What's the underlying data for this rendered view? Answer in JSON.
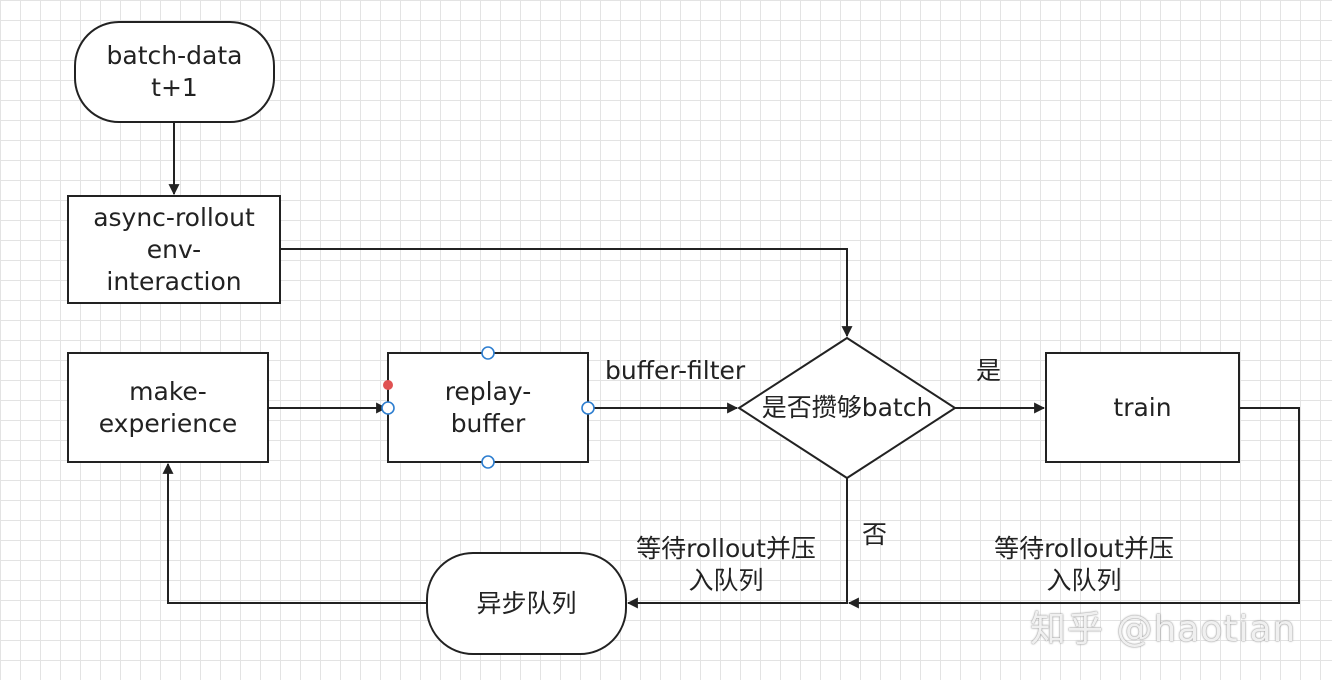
{
  "nodes": {
    "batch_data": "batch-data\nt+1",
    "async_rollout": "async-rollout\nenv-\ninteraction",
    "make_experience": "make-\nexperience",
    "replay_buffer": "replay-\nbuffer",
    "decision": "是否攒够batch",
    "train": "train",
    "async_queue": "异步队列"
  },
  "edge_labels": {
    "buffer_filter": "buffer-filter",
    "yes": "是",
    "no": "否",
    "wait_left": "等待rollout并压\n入队列",
    "wait_right": "等待rollout并压\n入队列"
  },
  "watermark": "知乎 @haotian",
  "colors": {
    "stroke": "#222222",
    "handle": "#2f7fd0",
    "handle_dot": "#e05252"
  }
}
